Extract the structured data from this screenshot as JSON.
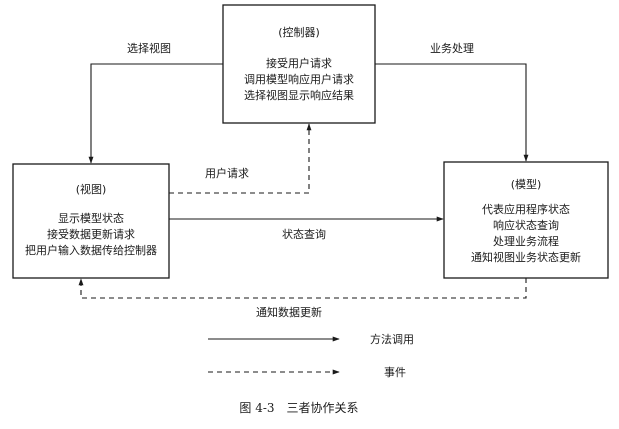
{
  "nodes": {
    "controller": {
      "title": "(控制器)",
      "lines": [
        "接受用户请求",
        "调用模型响应用户请求",
        "选择视图显示响应结果"
      ]
    },
    "view": {
      "title": "(视图)",
      "lines": [
        "显示模型状态",
        "接受数据更新请求",
        "把用户输入数据传给控制器"
      ]
    },
    "model": {
      "title": "(模型)",
      "lines": [
        "代表应用程序状态",
        "响应状态查询",
        "处理业务流程",
        "通知视图业务状态更新"
      ]
    }
  },
  "edges": {
    "select_view": "选择视图",
    "business": "业务处理",
    "user_request": "用户请求",
    "state_query": "状态查询",
    "notify_update": "通知数据更新"
  },
  "legend": {
    "method_call": "方法调用",
    "event": "事件"
  },
  "caption": "图 4-3　三者协作关系"
}
